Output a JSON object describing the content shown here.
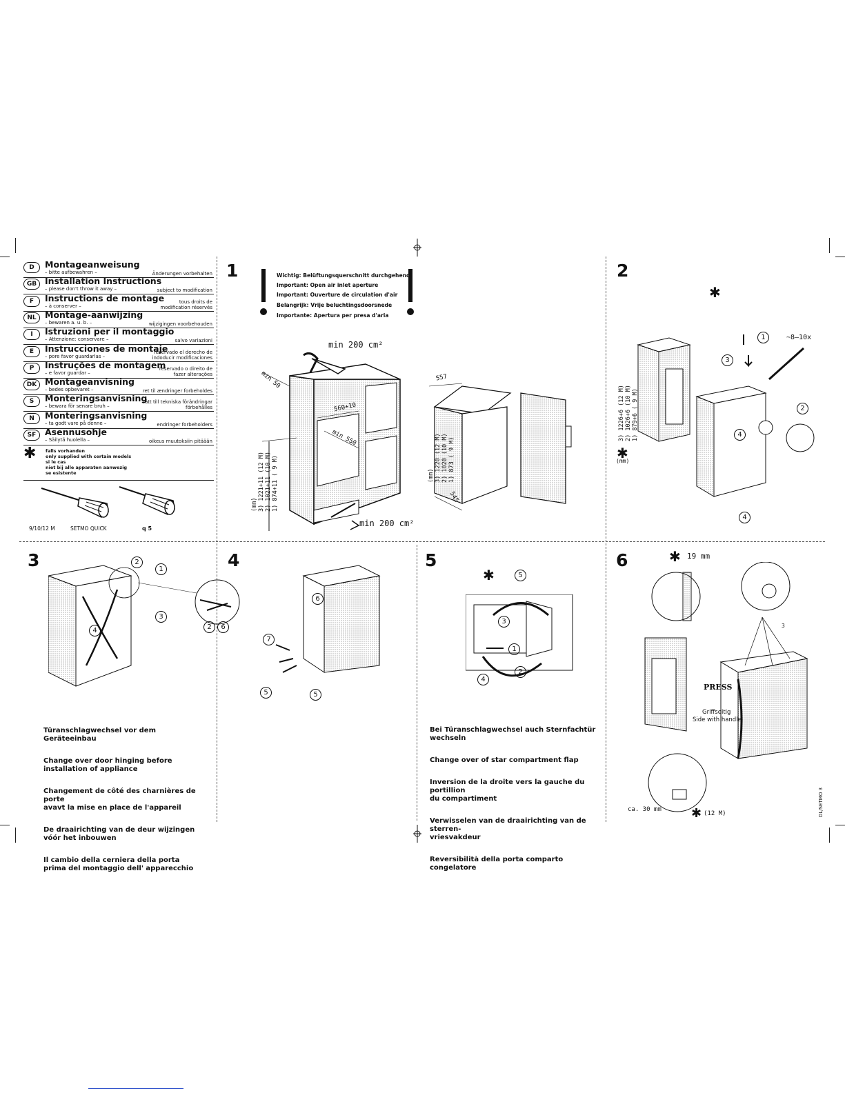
{
  "languages": [
    {
      "code": "D",
      "title": "Montageanweisung",
      "sub": "– bitte aufbewahren –",
      "note": "Änderungen vorbehalten"
    },
    {
      "code": "GB",
      "title": "Installation Instructions",
      "sub": "– please don't throw it away –",
      "note": "subject to modification"
    },
    {
      "code": "F",
      "title": "Instructions de montage",
      "sub": "– à conserver –",
      "note": "tous droits de\nmodification réservés"
    },
    {
      "code": "NL",
      "title": "Montage-aanwijzing",
      "sub": "– bewaren a. u. b. –",
      "note": "wijzigingen voorbehouden"
    },
    {
      "code": "I",
      "title": "Istruzioni per il montaggio",
      "sub": "– Attenzione: conservare –",
      "note": "salvo variazioni"
    },
    {
      "code": "E",
      "title": "Instrucciones de montaje",
      "sub": "– pore favor guardarlas –",
      "note": "reservado el derecho de\nindoducir modificaciones"
    },
    {
      "code": "P",
      "title": "Instruções de montagem",
      "sub": "– e favor guardar –",
      "note": "reservado o direito de\nfazer alterações"
    },
    {
      "code": "DK",
      "title": "Montageanvisning",
      "sub": "– bedes opbevaret –",
      "note": "ret til ændringer forbeholdes"
    },
    {
      "code": "S",
      "title": "Monteringsanvisning",
      "sub": "– bewara för senare bruh –",
      "note": "rätt till tekniska förändringar\nförbehålles"
    },
    {
      "code": "N",
      "title": "Monteringsanvisning",
      "sub": "– ta godt vare på denne –",
      "note": "endringer forbeholders"
    },
    {
      "code": "SF",
      "title": "Asennusohje",
      "sub": "– Säilytä huolella –",
      "note": "oikeus muutoksiin pitäään"
    }
  ],
  "footnote": {
    "symbol": "✱",
    "lines": [
      "falls vorhanden",
      "only supplied with certain models",
      "si le cas",
      "niet bij alle apparaten aanwezig",
      "se esistente"
    ]
  },
  "footer": {
    "date": "9/10/12 M",
    "product": "SETMO QUICK",
    "page": "q 5"
  },
  "step1": {
    "number": "1",
    "warnings": [
      "Wichtig: Belüftungsquerschnitt durchgehend",
      "Important: Open air inlet aperture",
      "Important: Ouverture de circulation d'air",
      "Belangrijk: Vrije beluchtingsdoorsnede",
      "Importante: Apertura per presa d'aria"
    ],
    "min_area_top": "min 200 cm²",
    "min_area_bottom": "min 200 cm²",
    "min50": "min 50",
    "width": "560+10",
    "depth": "min 550",
    "niche_unit": "(mm)",
    "niche_heights": [
      "3) 1221+11 (12 M)",
      "2) 1021+11 (10 M)",
      "1) 874+11 ( 9 M)"
    ],
    "appliance_unit": "(mm)",
    "appliance_heights": [
      "3) 1220 (12 M)",
      "2) 1020 (10 M)",
      "1) 873 ( 9 M)"
    ],
    "dim_557": "557",
    "dim_545": "545"
  },
  "step2": {
    "number": "2",
    "star": "✱",
    "unit": "(mm)",
    "heights": [
      "3) 1226+6 (12 M)",
      "2) 1026+6 (10 M)",
      "1) 879+6 ( 9 M)"
    ],
    "turns": "~8–10x",
    "callouts": [
      "1",
      "2",
      "3",
      "4",
      "4"
    ]
  },
  "step3": {
    "number": "3",
    "callouts": [
      "2",
      "1",
      "3",
      "4",
      "2",
      "6"
    ],
    "captions": [
      "Türanschlagwechsel vor dem Geräteeinbau",
      "Change over door hinging before\ninstallation of appliance",
      "Changement de côté des charnières de porte\navavt la mise en place de l'appareil",
      "De draairichting van de deur wijzingen\nvóór het inbouwen",
      "Il cambio della cerniera della porta\nprima del montaggio dell' apparecchio"
    ]
  },
  "step4": {
    "number": "4",
    "callouts": [
      "6",
      "7",
      "5",
      "5"
    ]
  },
  "step5": {
    "number": "5",
    "star": "✱",
    "callouts": [
      "5",
      "3",
      "1",
      "2",
      "4"
    ],
    "captions": [
      "Bei Türanschlagwechsel auch Sternfachtür\nwechseln",
      "Change over of star compartment flap",
      "Inversion de la droite vers la gauche du portillion\ndu compartiment",
      "Verwisselen van de draairichting van de sterren-\nvriesvakdeur",
      "Reversibilità della porta comparto congelatore"
    ]
  },
  "step6": {
    "number": "6",
    "gap": "19 mm",
    "star": "✱",
    "press": "PRESS",
    "handle_de": "Griffseitig",
    "handle_en": "Side with handle",
    "ca": "ca. 30 mm",
    "model": "(12 M)",
    "callout": "3"
  },
  "side_code": "DL/SETMO 3"
}
